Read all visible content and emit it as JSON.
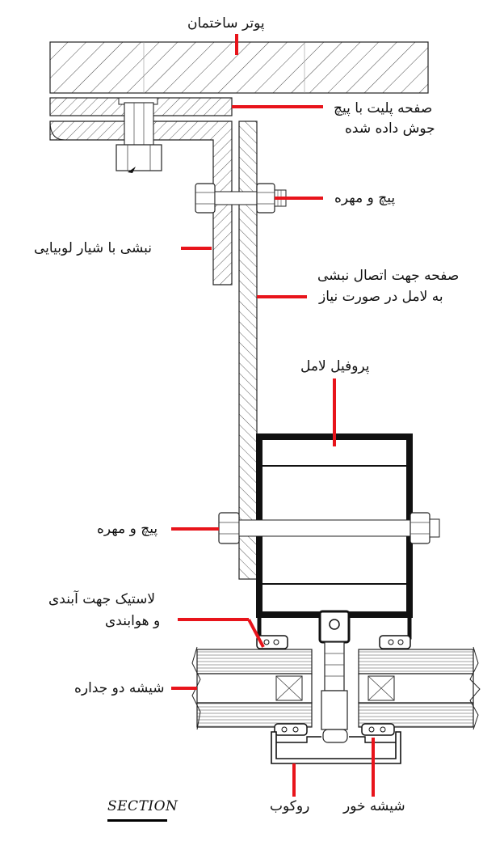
{
  "labels": {
    "building_beam": "پوتر ساختمان",
    "plate_line1": "صفحه پلیت با پیچ",
    "plate_line2": "جوش داده شده",
    "bolt_top": "پیچ و مهره",
    "slotted_angle": "نبشی با شیار لوبیایی",
    "connect_line1": "صفحه جهت اتصال نبشی",
    "connect_line2": "به لامل در صورت نیاز",
    "lamel_profile": "پروفیل لامل",
    "bolt_bottom": "پیچ و مهره",
    "gasket_line1": "لاستیک جهت آبندی",
    "gasket_line2": "و هوابندی",
    "double_glass": "شیشه دو جداره",
    "cover": "روکوب",
    "glass_holder": "شیشه خور",
    "section": "SECTION"
  },
  "colors": {
    "leader": "#e8141b",
    "line": "#222222",
    "profile": "#111111"
  }
}
